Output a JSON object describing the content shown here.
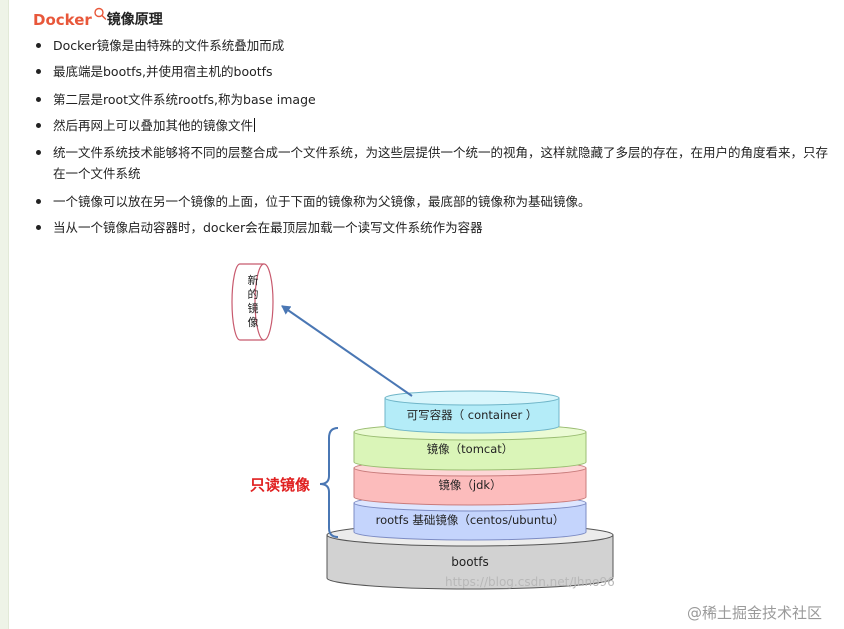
{
  "heading": {
    "brand": "Docker",
    "title": "镜像原理",
    "brand_color": "#e8573a",
    "icon": "search-icon"
  },
  "bullets": [
    "Docker镜像是由特殊的文件系统叠加而成",
    "最底端是bootfs,并使用宿主机的bootfs",
    " 第二层是root文件系统rootfs,称为base image",
    "然后再网上可以叠加其他的镜像文件",
    "统一文件系统技术能够将不同的层整合成一个文件系统，为这些层提供一个统一的视角，这样就隐藏了多层的存在，在用户的角度看来，只存在一个文件系统",
    "一个镜像可以放在另一个镜像的上面，位于下面的镜像称为父镜像，最底部的镜像称为基础镜像。",
    "当从一个镜像启动容器时，docker会在最顶层加载一个读写文件系统作为容器"
  ],
  "diagram": {
    "new_image_label": [
      "新",
      "的",
      "镜",
      "像"
    ],
    "readonly_label": "只读镜像",
    "readonly_color": "#e02020",
    "layers": {
      "container": {
        "label": "可写容器（ container ）",
        "color": "#b4ecf8"
      },
      "tomcat": {
        "label": "镜像（tomcat）",
        "color": "#daf5b8"
      },
      "jdk": {
        "label": "镜像（jdk）",
        "color": "#fcbcbc"
      },
      "rootfs": {
        "label": "rootfs 基础镜像（centos/ubuntu）",
        "color": "#c4d4fc"
      },
      "bootfs": {
        "label": "bootfs",
        "color": "#d2d2d2"
      }
    },
    "source_watermark": "https://blog.csdn.net/Jhno96"
  },
  "watermark": "@稀土掘金技术社区"
}
